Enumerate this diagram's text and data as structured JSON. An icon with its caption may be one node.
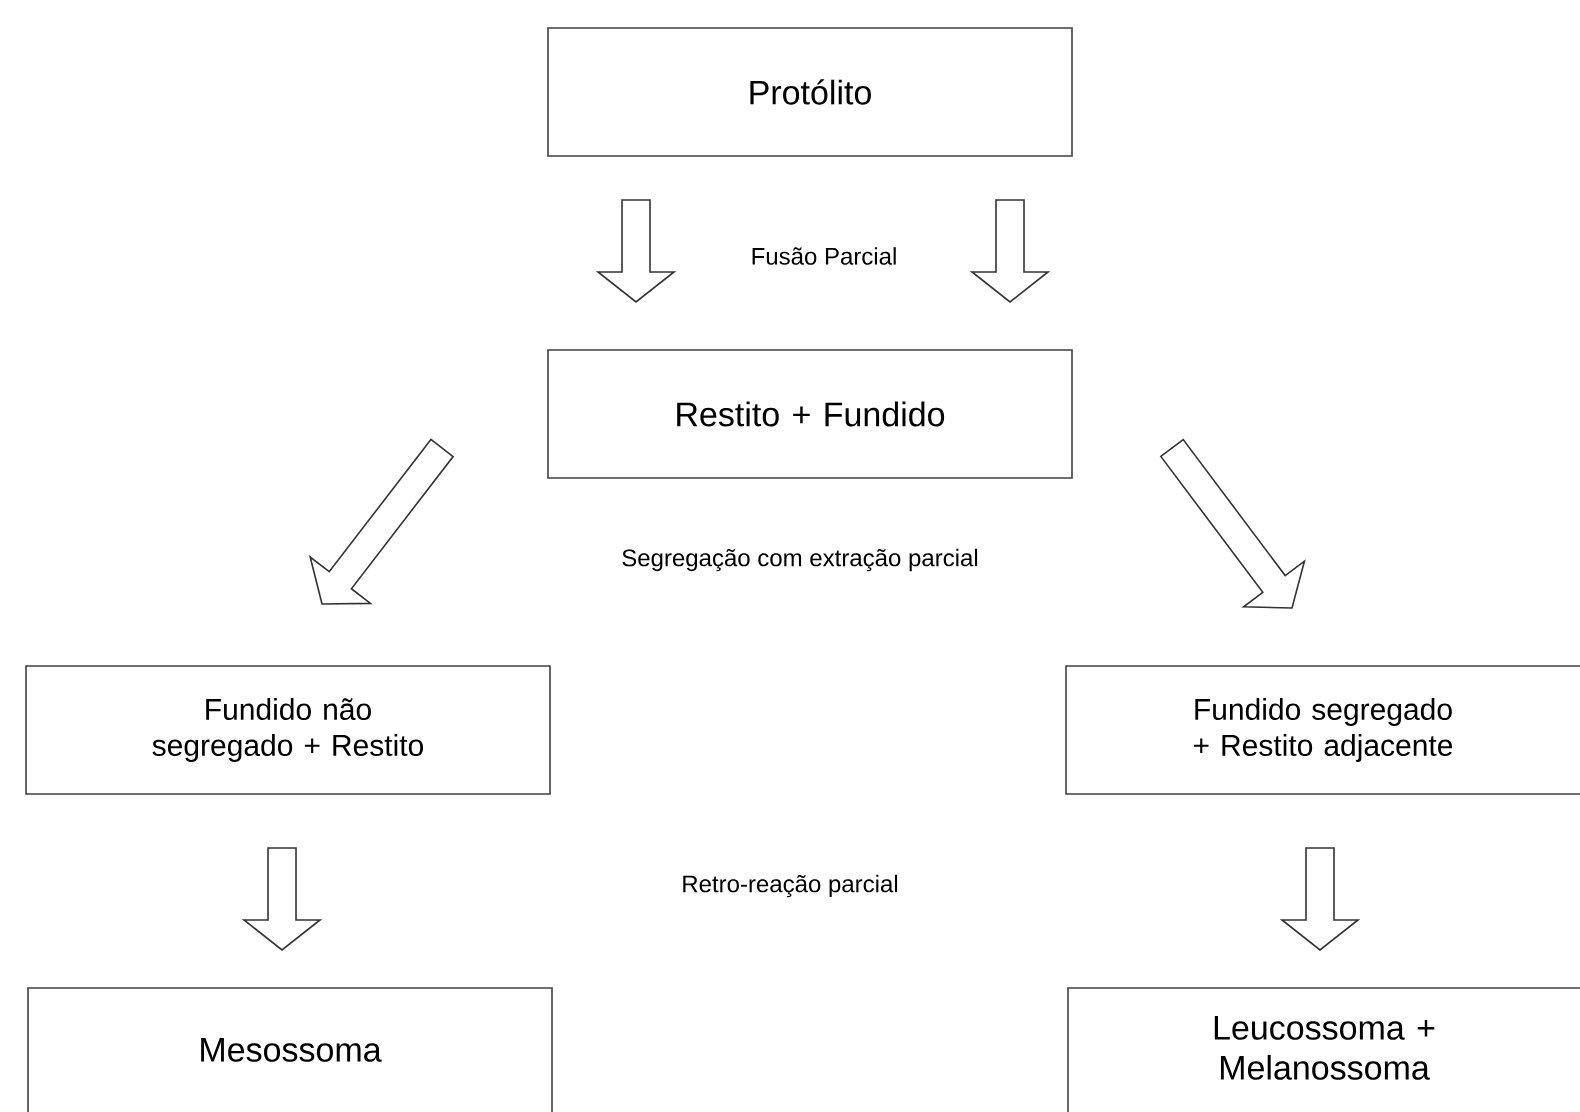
{
  "diagram": {
    "nodes": [
      {
        "text": [
          "Protólito"
        ]
      },
      {
        "text": [
          "Restito + Fundido"
        ]
      },
      {
        "text": [
          "Fundido não segregado + Restito"
        ]
      },
      {
        "text": [
          "Fundido segregado + Restito adjacente"
        ]
      },
      {
        "text": [
          "Mesossoma"
        ]
      },
      {
        "text": [
          "Leucossoma + Melanossoma"
        ]
      }
    ],
    "edges": [
      {
        "from": 0,
        "to": 1,
        "arrow": "to"
      },
      {
        "from": 0,
        "to": 1,
        "arrow": "to"
      },
      {
        "from": 1,
        "to": 2,
        "arrow": "to"
      },
      {
        "from": 1,
        "to": 3,
        "arrow": "to"
      },
      {
        "from": 2,
        "to": 4,
        "arrow": "to"
      },
      {
        "from": 3,
        "to": 5,
        "arrow": "to"
      }
    ],
    "labels": [
      "Fusão Parcial",
      "Segregação com extração parcial",
      "Retro-reação parcial"
    ]
  }
}
